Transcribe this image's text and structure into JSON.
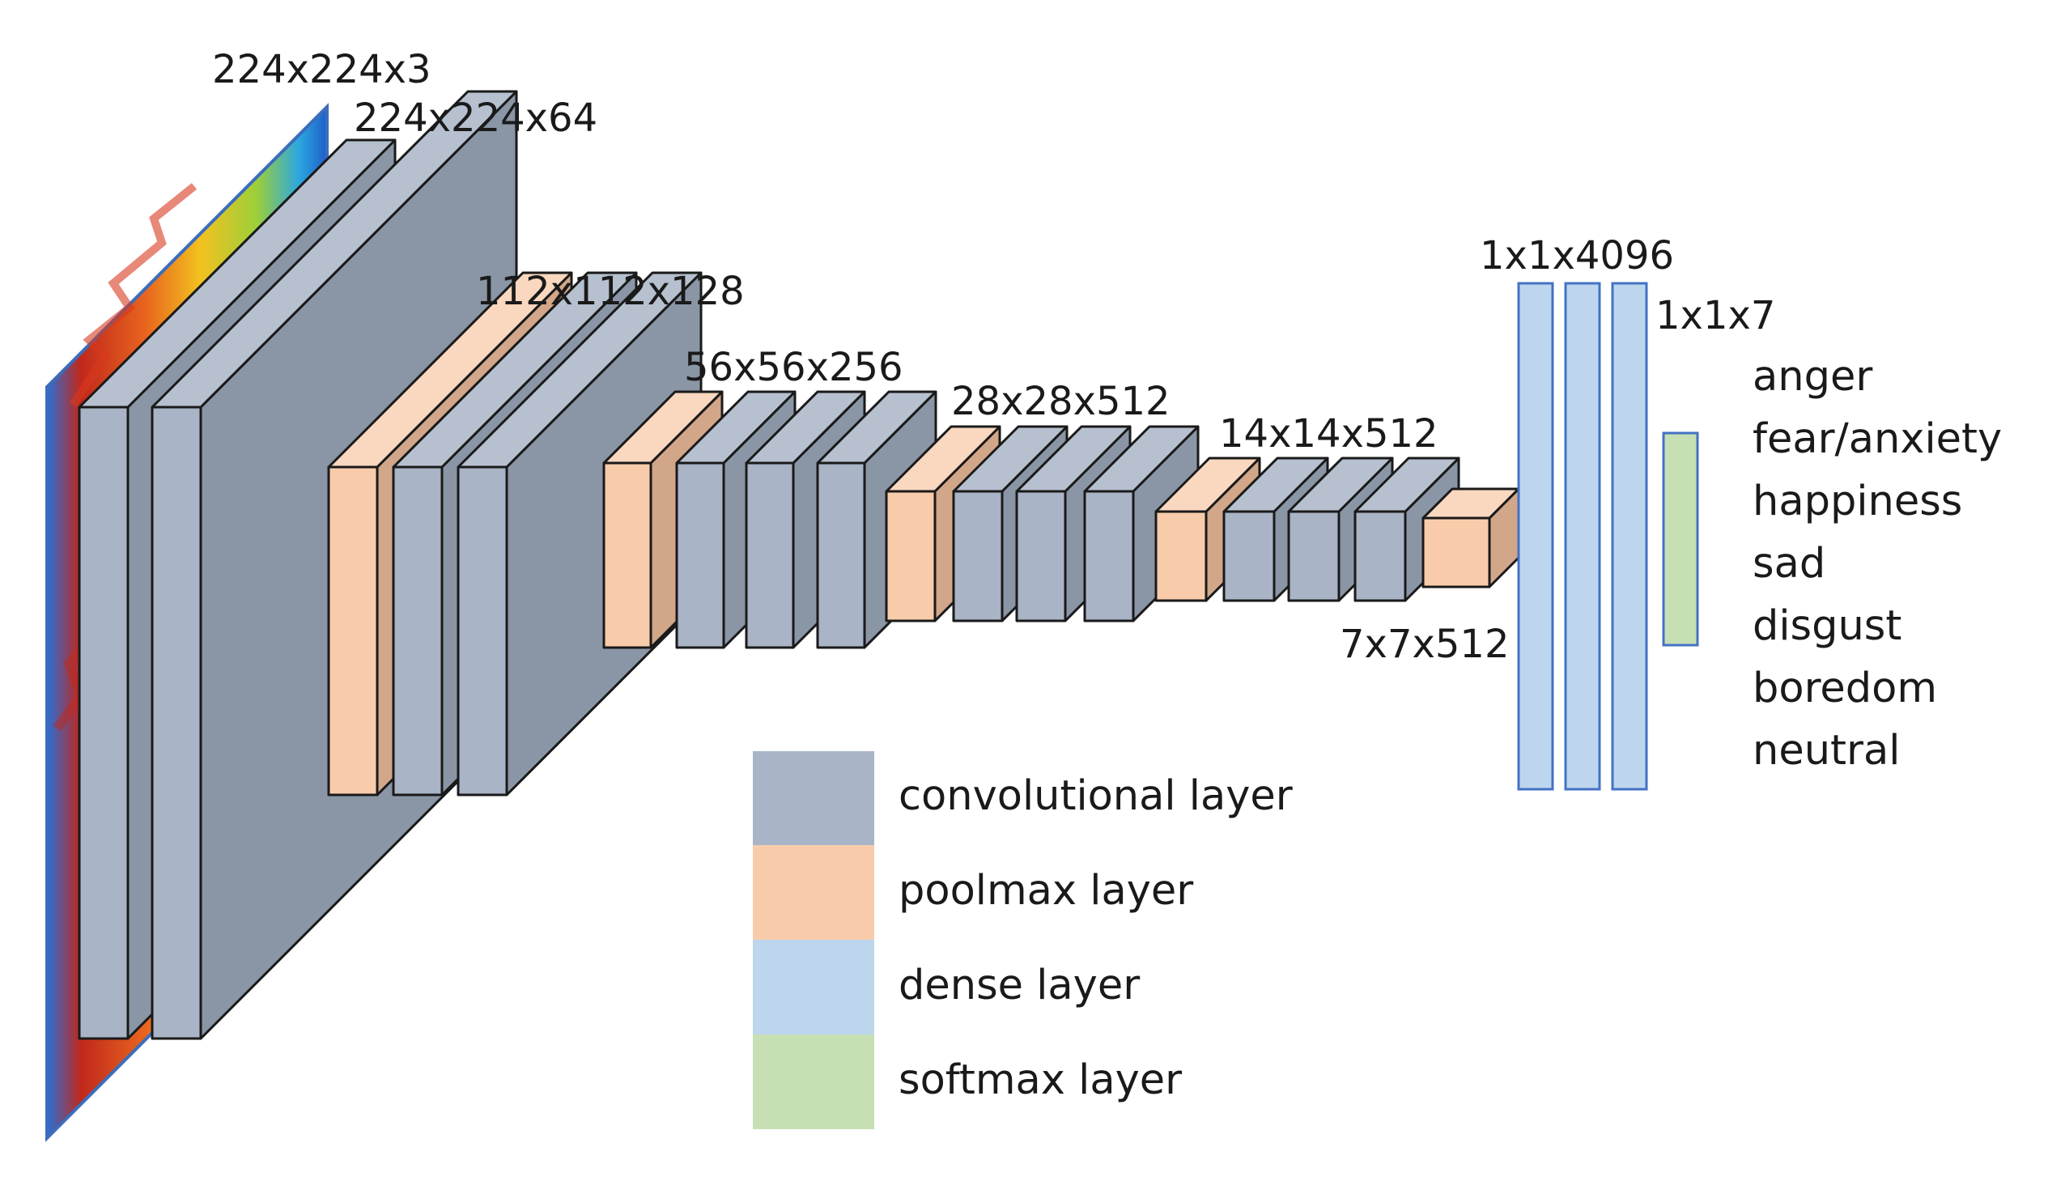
{
  "dimension_labels": {
    "input": "224x224x3",
    "block1": "224x224x64",
    "block2": "112x112x128",
    "block3": "56x56x256",
    "block4": "28x28x512",
    "block5": "14x14x512",
    "final_pool": "7x7x512",
    "dense": "1x1x4096",
    "softmax": "1x1x7"
  },
  "classes": [
    "anger",
    "fear/anxiety",
    "happiness",
    "sad",
    "disgust",
    "boredom",
    "neutral"
  ],
  "legend": [
    {
      "label": "convolutional layer",
      "color": "#a9b4c6"
    },
    {
      "label": "poolmax layer",
      "color": "#f8ccab"
    },
    {
      "label": "dense layer",
      "color": "#bdd6ee"
    },
    {
      "label": "softmax layer",
      "color": "#c6e0b4"
    }
  ],
  "colors": {
    "conv_front": "#a9b4c6",
    "conv_side": "#8a96a6",
    "conv_top": "#b6c0cf",
    "pool_front": "#f8ccab",
    "pool_side": "#d2a688",
    "pool_top": "#fad7bf",
    "dense_fill": "#bdd6ee",
    "dense_stroke": "#4472c4",
    "softmax_fill": "#c6e0b4",
    "softmax_stroke": "#4472c4"
  }
}
